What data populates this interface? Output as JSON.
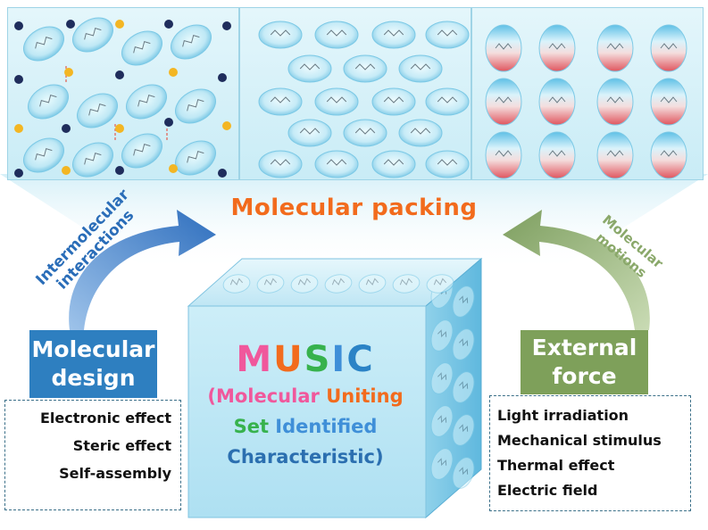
{
  "center_label": "Molecular packing",
  "left_arrow_label": {
    "line1": "Intermolecular",
    "line2": "interactions"
  },
  "right_arrow_label": {
    "line1": "Molecular",
    "line2": "motions"
  },
  "molecular_design": {
    "line1": "Molecular",
    "line2": "design"
  },
  "external_force": {
    "line1": "External",
    "line2": "force"
  },
  "left_list": [
    "Electronic effect",
    "Steric effect",
    "Self-assembly"
  ],
  "right_list": [
    "Light irradiation",
    "Mechanical stimulus",
    "Thermal effect",
    "Electric field"
  ],
  "music": {
    "letters": [
      "M",
      "U",
      "S",
      "I",
      "C"
    ],
    "letter_colors": [
      "#f0589c",
      "#f26b1d",
      "#37b24d",
      "#3f8fd8",
      "#2b83c6"
    ],
    "line2_a": "(Molecular",
    "line2_b": "Uniting",
    "line3_a": "Set",
    "line3_b": "Identified",
    "line4": "Characteristic)"
  },
  "colors": {
    "blue_arrow": "#2f6fbe",
    "green_arrow": "#8aa86a",
    "blue_box": "#2e7fc0",
    "green_box": "#7ea05a",
    "title": "#f26b1d"
  }
}
